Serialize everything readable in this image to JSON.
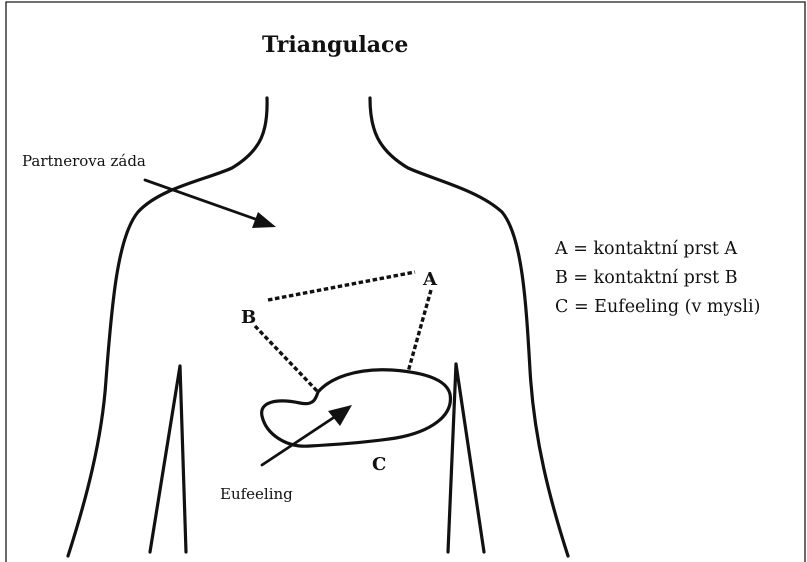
{
  "diagram": {
    "title": "Triangulace",
    "labels": {
      "back": "Partnerova záda",
      "eufeeling": "Eufeeling"
    },
    "points": {
      "a": "A",
      "b": "B",
      "c": "C"
    },
    "legend": [
      "A = kontaktní prst A",
      "B = kontaktní prst B",
      "C = Eufeeling (v mysli)"
    ]
  }
}
